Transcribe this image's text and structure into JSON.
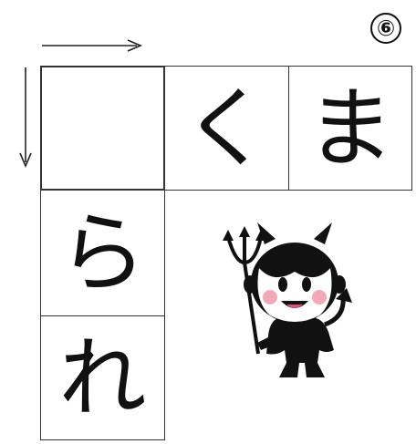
{
  "puzzle": {
    "number": "⑥"
  },
  "grid": {
    "across": [
      "",
      "く",
      "ま"
    ],
    "down": [
      "",
      "ら",
      "れ"
    ]
  },
  "icons": {
    "across_arrow": "right-arrow-icon",
    "down_arrow": "down-arrow-icon",
    "mascot": "devil-mascot"
  }
}
